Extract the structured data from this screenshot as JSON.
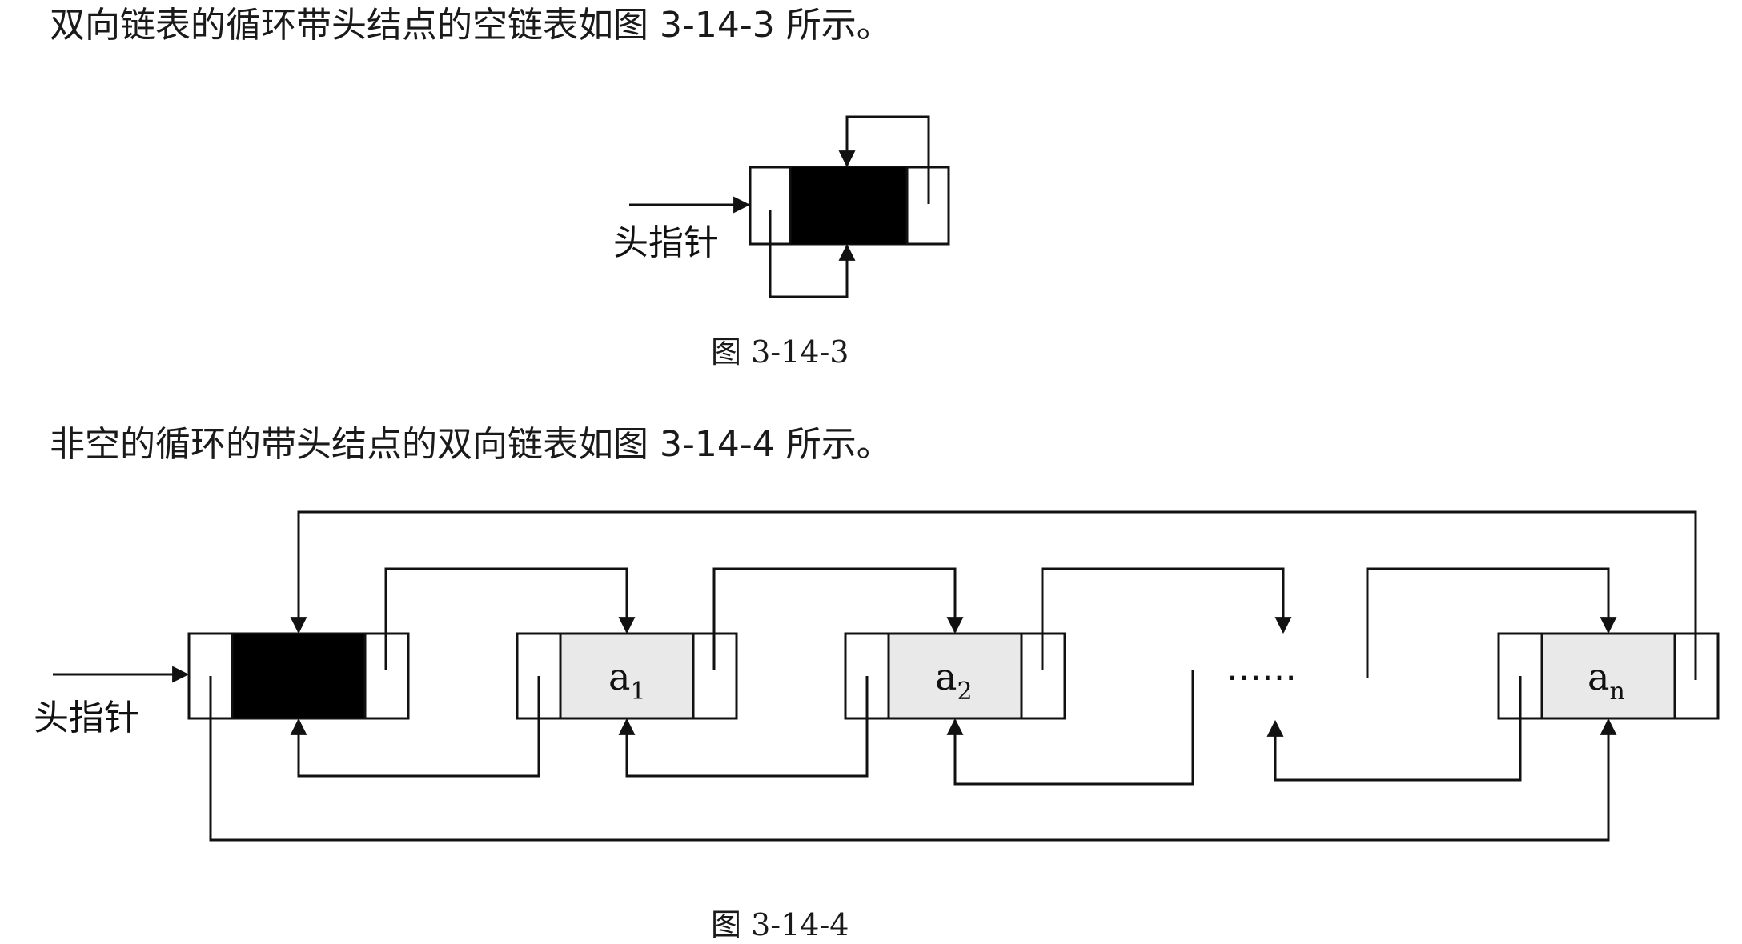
{
  "paragraphs": {
    "empty_list": "双向链表的循环带头结点的空链表如图 3-14-3 所示。",
    "nonempty_list": "非空的循环的带头结点的双向链表如图 3-14-4 所示。"
  },
  "captions": {
    "fig_3_14_3": "图 3-14-3",
    "fig_3_14_4": "图 3-14-4"
  },
  "labels": {
    "head_pointer": "头指针",
    "ellipsis": "……"
  },
  "nodes": [
    {
      "base": "a",
      "sub": "1"
    },
    {
      "base": "a",
      "sub": "2"
    },
    {
      "base": "a",
      "sub": "n"
    }
  ]
}
